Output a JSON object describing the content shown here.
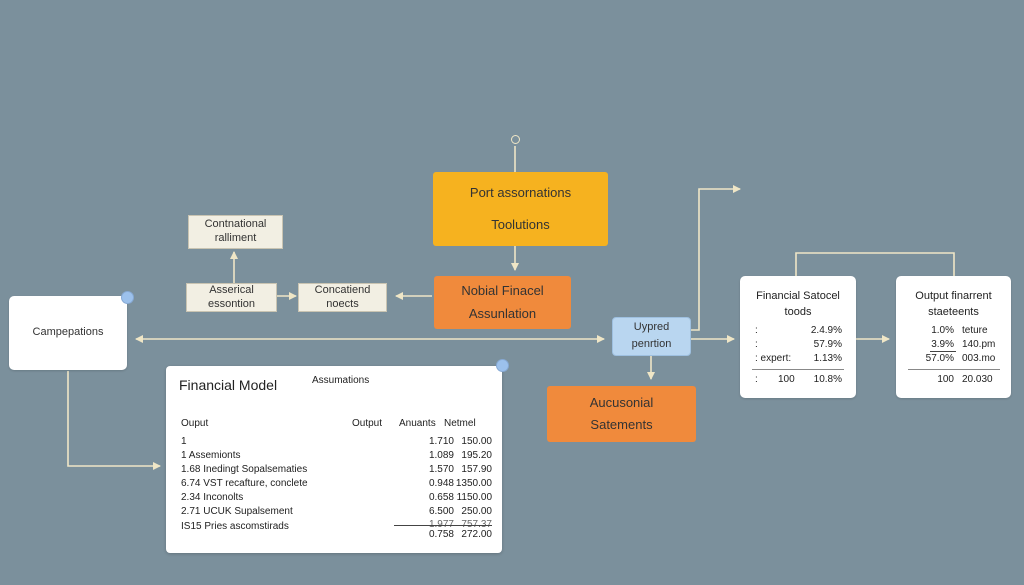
{
  "diagram": {
    "top_yellow": {
      "line1": "Port assornations",
      "line2": "Toolutions"
    },
    "nobial": {
      "line1": "Nobial Finacel",
      "line2": "Assunlation"
    },
    "contational": {
      "line1": "Contnational",
      "line2": "ralliment"
    },
    "asserical": {
      "line1": "Asserical",
      "line2": "essontion"
    },
    "concatiend": {
      "line1": "Concatiend",
      "line2": "noects"
    },
    "campersations": {
      "label": "Campepations"
    },
    "uypred": {
      "line1": "Uypred",
      "line2": "penrtion"
    },
    "aucusonial": {
      "line1": "Aucusonial",
      "line2": "Satements"
    }
  },
  "financial_model": {
    "title": "Financial Model",
    "subtitle": "Assumations",
    "headers": {
      "label": "Ouput",
      "output": "Output",
      "amounts": "Anuants",
      "netmel": "Netmel"
    },
    "rows": [
      {
        "label": "1",
        "amount": "1.710",
        "net": "150.00"
      },
      {
        "label": "1  Assemionts",
        "amount": "1.089",
        "net": "195.20"
      },
      {
        "label": "1.68  Inedingt Sopalsematies",
        "amount": "1.570",
        "net": "157.90"
      },
      {
        "label": "6.74  VST recafture, conclete",
        "amount": "0.948",
        "net": "1350.00"
      },
      {
        "label": "2.34  Inconolts",
        "amount": "0.658",
        "net": "1150.00"
      },
      {
        "label": "2.71  UCUK Supalsement",
        "amount": "6.500",
        "net": "250.00"
      },
      {
        "label": "IS15  Pries ascomstirads",
        "amount": "1.977",
        "net": "757.37"
      }
    ],
    "total": {
      "amount": "0.758",
      "net": "272.00"
    }
  },
  "statement_left": {
    "title_line1": "Financial Satocel",
    "title_line2": "toods",
    "rows": [
      {
        "label": ":",
        "value": "2.4.9%"
      },
      {
        "label": ":",
        "value": "57.9%"
      },
      {
        "label": ":  expert:",
        "value": "1.13%"
      }
    ],
    "footer": {
      "label": ":",
      "a": "100",
      "b": "10.8%"
    }
  },
  "statement_right": {
    "title_line1": "Output finarrent",
    "title_line2": "staeteents",
    "rows": [
      {
        "a": "1.0%",
        "b": "teture"
      },
      {
        "a": "3.9%",
        "b": "140.pm"
      },
      {
        "a": "57.0%",
        "b": "003.mo"
      }
    ],
    "footer": {
      "a": "100",
      "b": "20.030"
    }
  }
}
